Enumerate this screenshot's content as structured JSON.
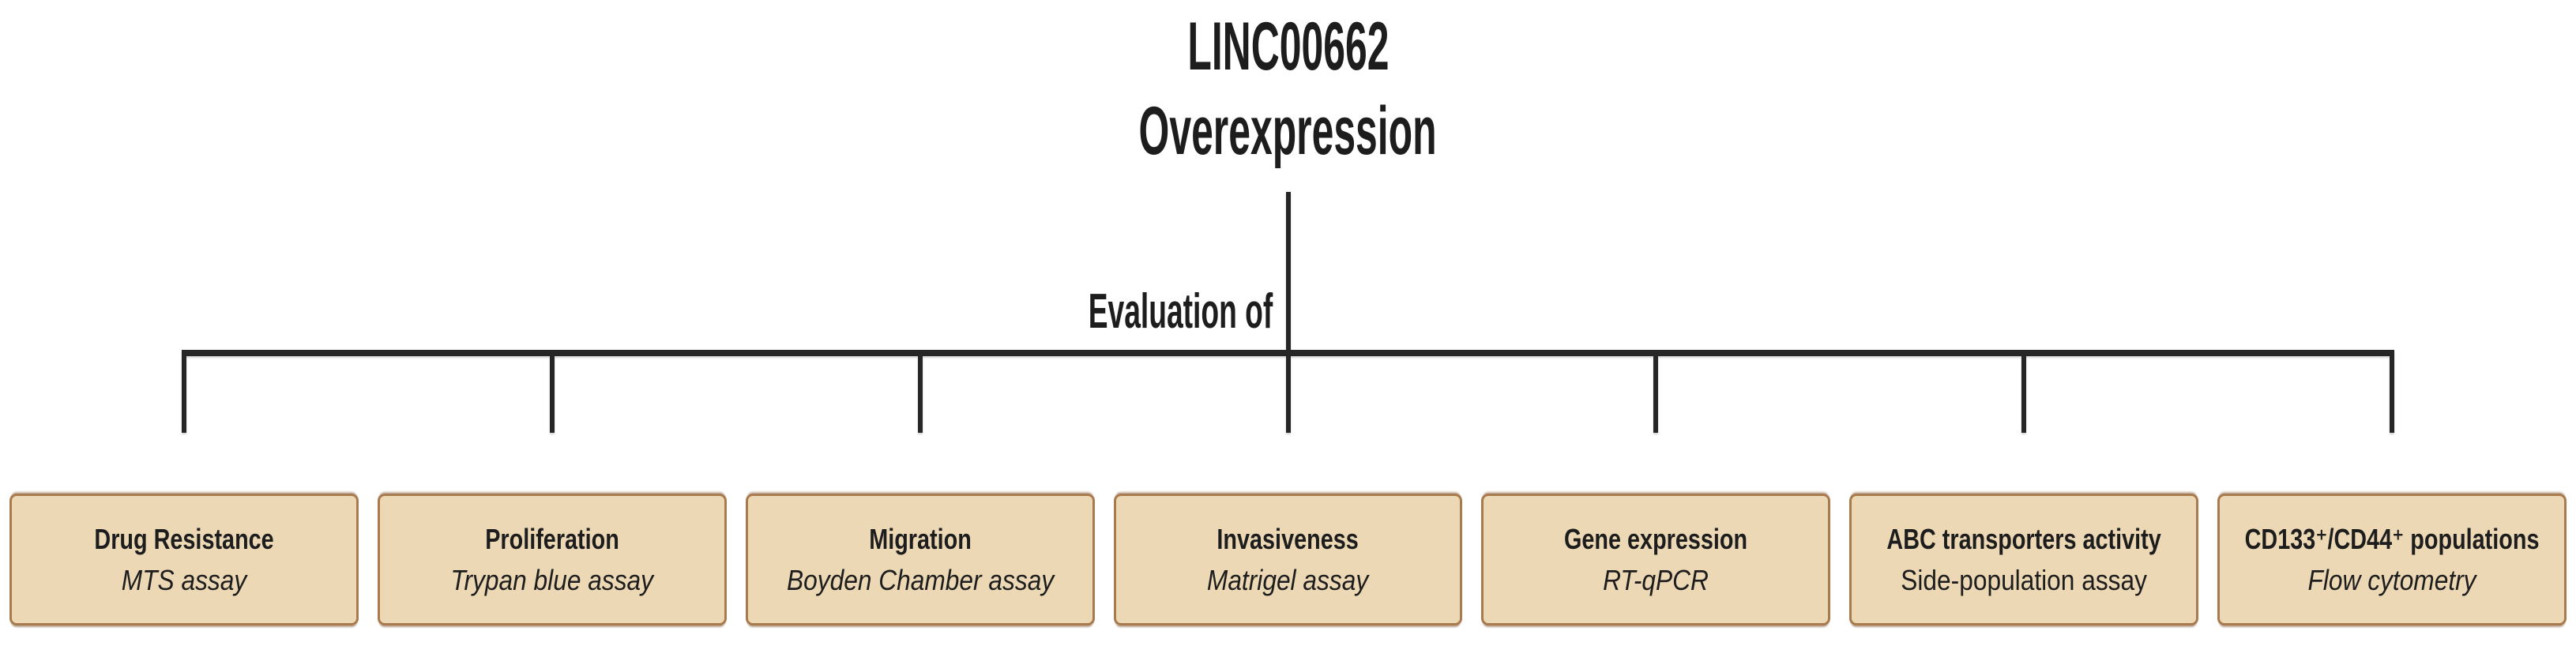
{
  "title": {
    "line1": "LINC00662",
    "line2": "Overexpression"
  },
  "evaluation_label": "Evaluation of",
  "boxes": [
    {
      "name": "Drug Resistance",
      "method": "MTS assay",
      "method_italic": true
    },
    {
      "name": "Proliferation",
      "method": "Trypan blue assay",
      "method_italic": true
    },
    {
      "name": "Migration",
      "method": "Boyden Chamber assay",
      "method_italic": true
    },
    {
      "name": "Invasiveness",
      "method": "Matrigel assay",
      "method_italic": true
    },
    {
      "name": "Gene expression",
      "method": "RT-qPCR",
      "method_italic": true
    },
    {
      "name": "ABC transporters activity",
      "method": "Side-population assay",
      "method_italic": false
    },
    {
      "name": "CD133⁺/CD44⁺ populations",
      "method": "Flow cytometry",
      "method_italic": true
    }
  ],
  "colors": {
    "box_fill": "#ecd8b5",
    "box_border": "#a87a4e",
    "line": "#262626",
    "text": "#1d1d1d"
  }
}
